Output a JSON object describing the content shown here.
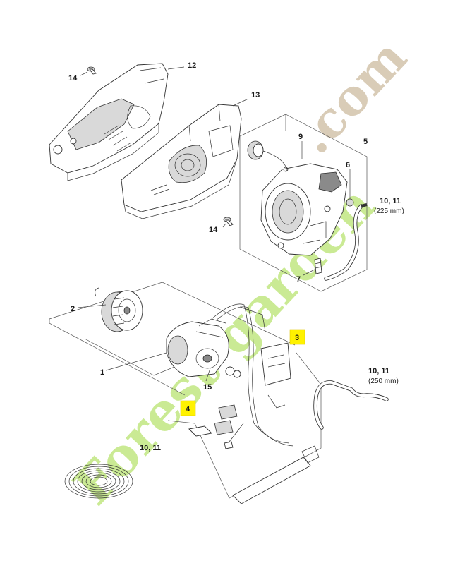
{
  "diagram": {
    "callouts": {
      "c14_top": "14",
      "c12": "12",
      "c13": "13",
      "c9": "9",
      "c5": "5",
      "c6": "6",
      "c10_11_a": "10, 11",
      "c10_11_a_len": "(225 mm)",
      "c14_mid": "14",
      "c7": "7",
      "c2": "2",
      "c1": "1",
      "c15": "15",
      "c3": "3",
      "c4": "4",
      "c10_11_b": "10, 11",
      "c10_11_b_len": "(250 mm)",
      "c10_11_c": "10, 11"
    },
    "highlight_color": "#fff200",
    "watermark": {
      "text": "Forest-garden",
      "suffix": ".com",
      "brand_green": "#b7e36b",
      "brand_tan": "#c9b79a"
    }
  }
}
